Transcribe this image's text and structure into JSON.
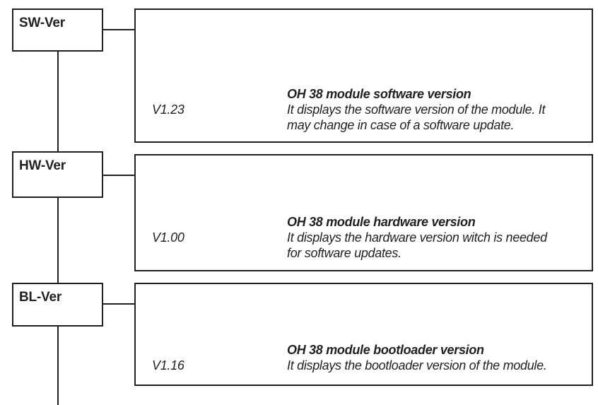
{
  "page": {
    "background_color": "#ffffff",
    "line_color": "#231f20",
    "text_color": "#231f20"
  },
  "menu": {
    "items": [
      {
        "label": "SW-Ver",
        "version": "V1.23",
        "title": "OH 38 module software version",
        "description_lines": [
          "It displays the software version of the module. It",
          "may change in case of a software update."
        ]
      },
      {
        "label": "HW-Ver",
        "version": "V1.00",
        "title": "OH 38 module hardware version",
        "description_lines": [
          "It displays the hardware version witch is needed",
          "for software updates."
        ]
      },
      {
        "label": "BL-Ver",
        "version": "V1.16",
        "title": "OH 38 module bootloader version",
        "description_lines": [
          "It displays the bootloader version of the module."
        ]
      }
    ]
  }
}
